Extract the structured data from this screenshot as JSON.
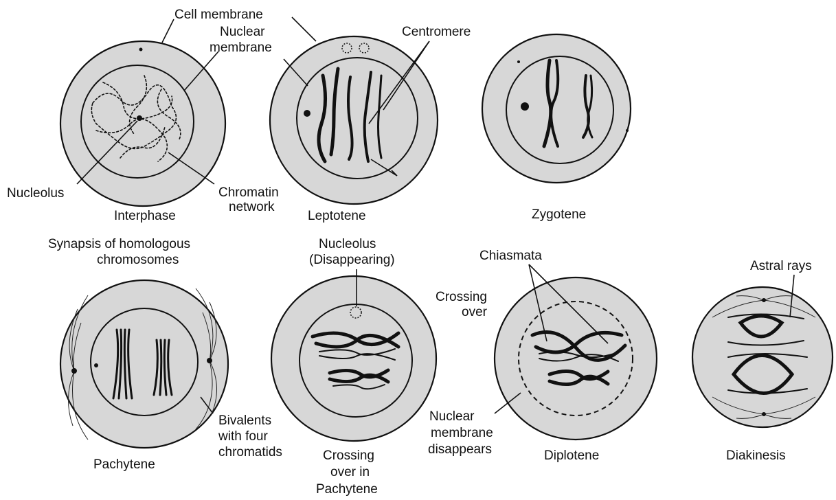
{
  "labels": {
    "cell_membrane": "Cell membrane",
    "nuclear_membrane_1": "Nuclear",
    "nuclear_membrane_2": "membrane",
    "centromere": "Centromere",
    "nucleolus": "Nucleolus",
    "chromatin_1": "Chromatin",
    "chromatin_2": "network",
    "synapsis_1": "Synapsis of homologous",
    "synapsis_2": "chromosomes",
    "nucleolus_dis_1": "Nucleolus",
    "nucleolus_dis_2": "(Disappearing)",
    "chiasmata": "Chiasmata",
    "crossing_over_1": "Crossing",
    "crossing_over_2": "over",
    "astral_rays": "Astral rays",
    "bivalents_1": "Bivalents",
    "bivalents_2": "with four",
    "bivalents_3": "chromatids",
    "nm_disappears_1": "Nuclear",
    "nm_disappears_2": "membrane",
    "nm_disappears_3": "disappears"
  },
  "stages": {
    "interphase": "Interphase",
    "leptotene": "Leptotene",
    "zygotene": "Zygotene",
    "pachytene": "Pachytene",
    "crossing_pach_1": "Crossing",
    "crossing_pach_2": "over in",
    "crossing_pach_3": "Pachytene",
    "diplotene": "Diplotene",
    "diakinesis": "Diakinesis"
  }
}
